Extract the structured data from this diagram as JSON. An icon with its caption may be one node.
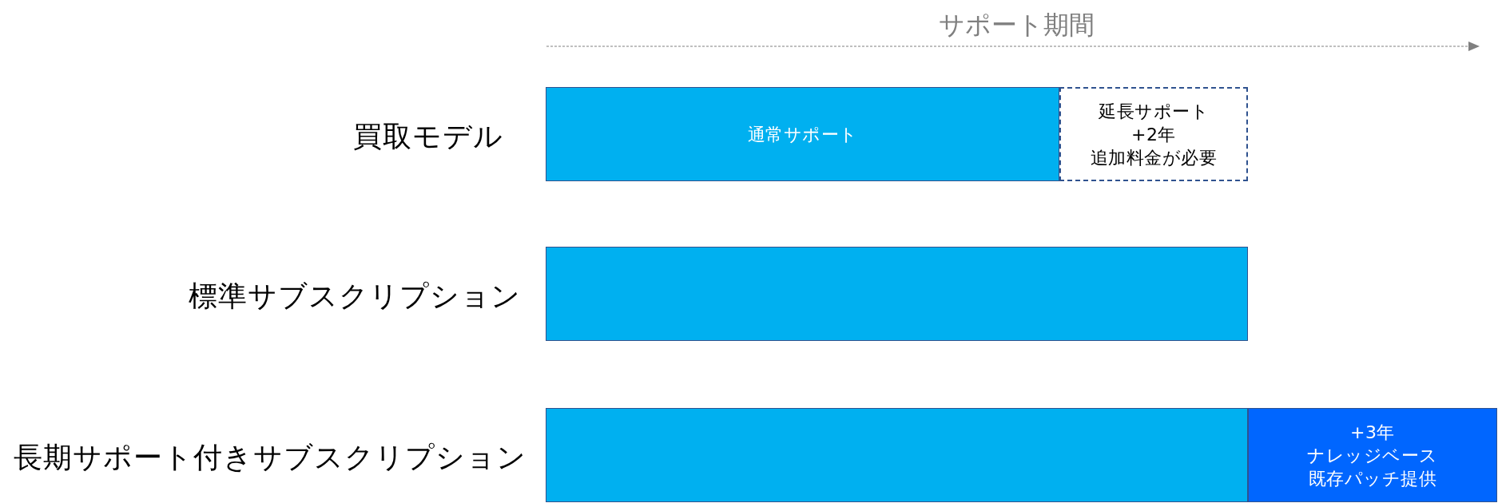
{
  "diagram": {
    "nodes": [
      {
        "text": [
          "通常サポート"
        ],
        "beside": [
          "買取モデル"
        ]
      },
      {
        "text": [
          "延長サポート",
          "+2年",
          "追加料金が必要"
        ]
      },
      {
        "text": [],
        "shape": "box",
        "beside": [
          "標準サブスクリプション"
        ]
      },
      {
        "text": [],
        "shape": "box",
        "beside": [
          "長期サポート付きサブスクリプション"
        ]
      },
      {
        "text": [
          "+3年",
          "ナレッジベース",
          "既存パッチ提供"
        ]
      }
    ],
    "labels": [
      "サポート期間"
    ]
  }
}
